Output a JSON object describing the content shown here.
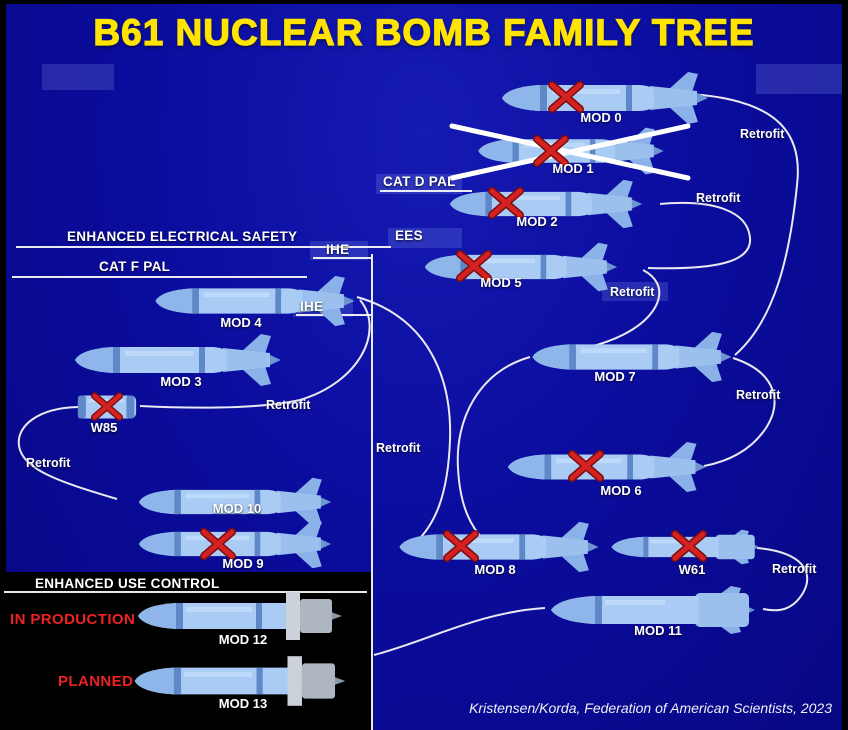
{
  "title": "B61 NUCLEAR BOMB FAMILY TREE",
  "attribution": "Kristensen/Korda, Federation of American Scientists, 2023",
  "labels": {
    "retrofit": "Retrofit",
    "cat_d_pal": "CAT D PAL",
    "ees": "EES",
    "ihe": "IHE",
    "enhanced_electrical_safety": "ENHANCED ELECTRICAL SAFETY",
    "cat_f_pal": "CAT F PAL",
    "enhanced_use_control": "ENHANCED USE CONTROL",
    "in_production": "IN PRODUCTION",
    "planned": "PLANNED"
  },
  "colors": {
    "background_blue": "#0b0d9e",
    "frame_black": "#000000",
    "title_yellow": "#ffe400",
    "bomb_body_blue": "#a9cbf4",
    "bomb_shade_blue": "#5f88c8",
    "connector_white": "#f5f5f5",
    "retired_cross_red": "#c81e1e",
    "status_red": "#ee2222"
  },
  "bombs": [
    {
      "id": "mod0",
      "label": "MOD 0",
      "retired": true,
      "canceled": false
    },
    {
      "id": "mod1",
      "label": "MOD 1",
      "retired": true,
      "canceled": true
    },
    {
      "id": "mod2",
      "label": "MOD 2",
      "retired": true,
      "canceled": false
    },
    {
      "id": "mod5",
      "label": "MOD 5",
      "retired": true,
      "canceled": false
    },
    {
      "id": "mod4",
      "label": "MOD 4",
      "retired": false,
      "canceled": false
    },
    {
      "id": "mod3",
      "label": "MOD 3",
      "retired": false,
      "canceled": false
    },
    {
      "id": "w85",
      "label": "W85",
      "retired": true,
      "canceled": false
    },
    {
      "id": "mod7",
      "label": "MOD 7",
      "retired": false,
      "canceled": false
    },
    {
      "id": "mod6",
      "label": "MOD 6",
      "retired": true,
      "canceled": false
    },
    {
      "id": "mod10",
      "label": "MOD 10",
      "retired": false,
      "canceled": false
    },
    {
      "id": "mod9",
      "label": "MOD 9",
      "retired": true,
      "canceled": false
    },
    {
      "id": "mod8",
      "label": "MOD 8",
      "retired": true,
      "canceled": false
    },
    {
      "id": "w61",
      "label": "W61",
      "retired": true,
      "canceled": false
    },
    {
      "id": "mod11",
      "label": "MOD 11",
      "retired": false,
      "canceled": false
    },
    {
      "id": "mod12",
      "label": "MOD 12",
      "status": "in_production"
    },
    {
      "id": "mod13",
      "label": "MOD 13",
      "status": "planned"
    }
  ]
}
